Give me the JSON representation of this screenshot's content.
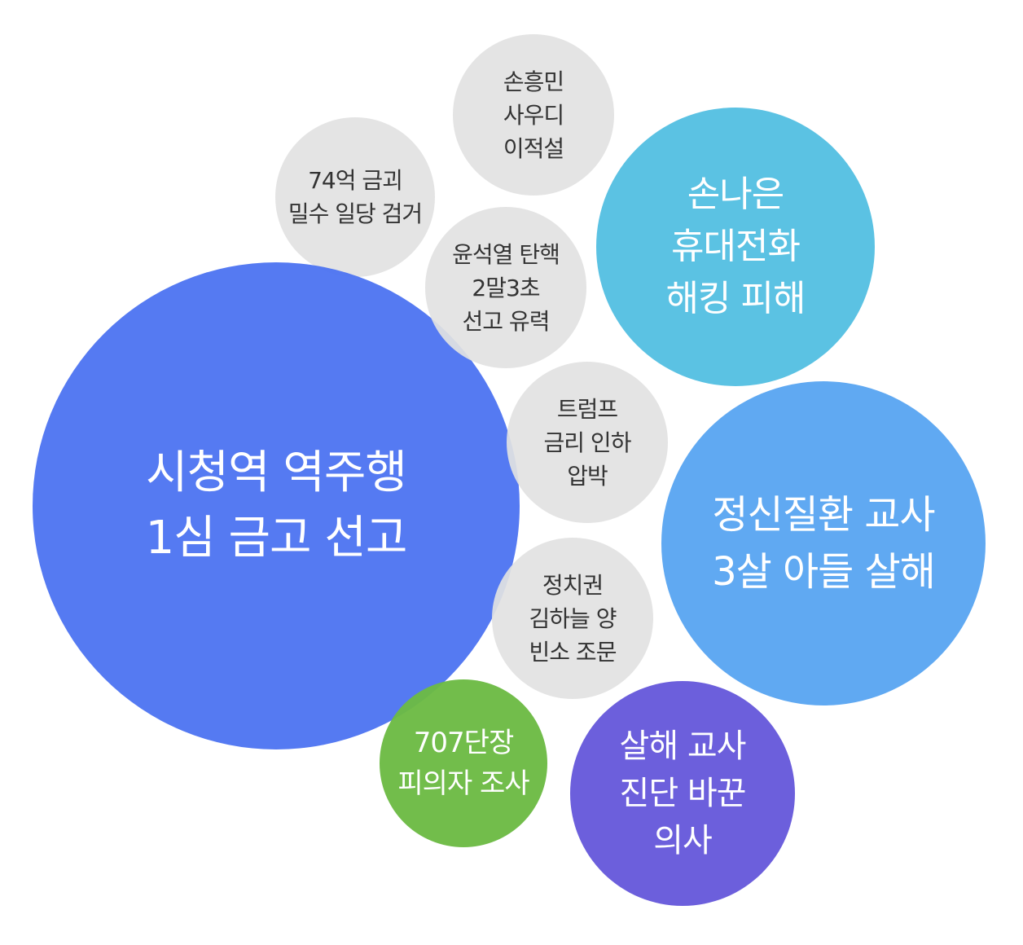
{
  "bubbles": {
    "main": {
      "label": "시청역 역주행\n1심 금고 선고",
      "color": "#4a72f1"
    },
    "son": {
      "label": "손흥민\n사우디\n이적설",
      "color": "#e2e2e2"
    },
    "gold": {
      "label": "74억 금괴\n밀수 일당 검거",
      "color": "#e2e2e2"
    },
    "yoon": {
      "label": "윤석열 탄핵\n2말3초\n선고 유력",
      "color": "#e2e2e2"
    },
    "trump": {
      "label": "트럼프\n금리 인하\n압박",
      "color": "#e2e2e2"
    },
    "politics": {
      "label": "정치권\n김하늘 양\n빈소 조문",
      "color": "#e2e2e2"
    },
    "phone": {
      "label": "손나은\n휴대전화\n해킹 피해",
      "color": "#5bc2e3"
    },
    "teacher": {
      "label": "정신질환 교사\n3살 아들 살해",
      "color": "#60a9f2"
    },
    "unit707": {
      "label": "707단장\n피의자 조사",
      "color": "#6cba44"
    },
    "doctor": {
      "label": "살해 교사\n진단 바꾼\n의사",
      "color": "#6c5fdc"
    }
  }
}
